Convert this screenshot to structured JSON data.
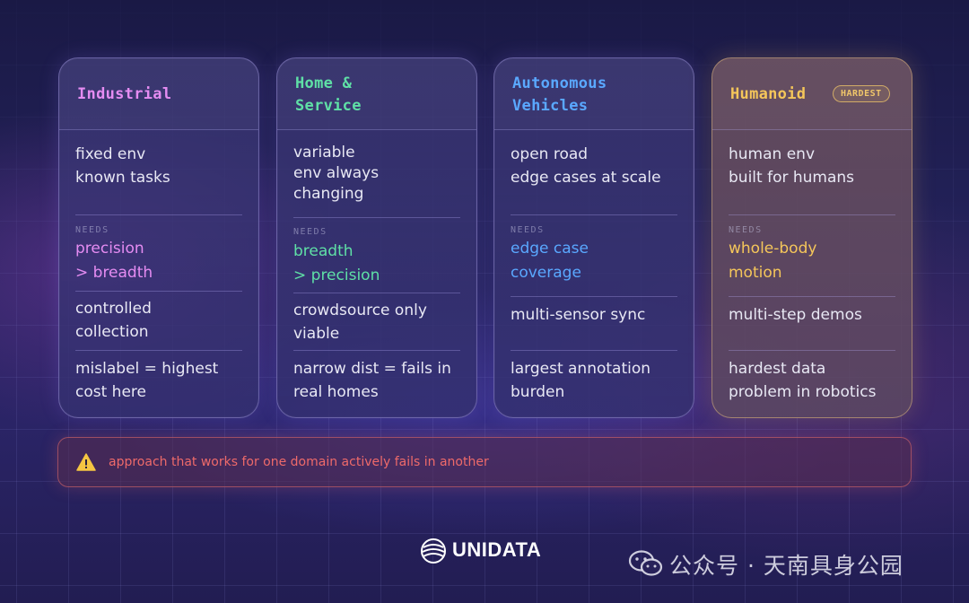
{
  "cards": [
    {
      "title": "Industrial",
      "context": "fixed env\nknown tasks",
      "needs_label": "NEEDS",
      "needs": "precision\n> breadth",
      "collection": "controlled\ncollection",
      "risk": "mislabel = highest\ncost here"
    },
    {
      "title": "Home &\nService",
      "context": "variable\nenv always\nchanging",
      "needs_label": "NEEDS",
      "needs": "breadth\n> precision",
      "collection": "crowdsource only\nviable",
      "risk": "narrow dist = fails in\nreal homes"
    },
    {
      "title": "Autonomous\nVehicles",
      "context": "open road\nedge cases at scale",
      "needs_label": "NEEDS",
      "needs": "edge case\ncoverage",
      "collection": "multi-sensor sync",
      "risk": "largest annotation\nburden"
    },
    {
      "title": "Humanoid",
      "badge": "HARDEST",
      "context": "human env\nbuilt for humans",
      "needs_label": "NEEDS",
      "needs": "whole-body\nmotion",
      "collection": "multi-step demos",
      "risk": "hardest data\nproblem in robotics"
    }
  ],
  "warning": {
    "icon": "warning-triangle-icon",
    "text": "approach that works for one domain actively fails in another"
  },
  "brand": {
    "icon": "unidata-logo-icon",
    "name": "UNIDATA"
  },
  "watermark": {
    "icon": "wechat-icon",
    "text": "公众号 · 天南具身公园"
  },
  "colors": {
    "industrial": "#e58cf2",
    "home_service": "#5fe0a6",
    "autonomous": "#5aa8ff",
    "humanoid": "#f5c65a",
    "warning": "#ee6a6a"
  }
}
